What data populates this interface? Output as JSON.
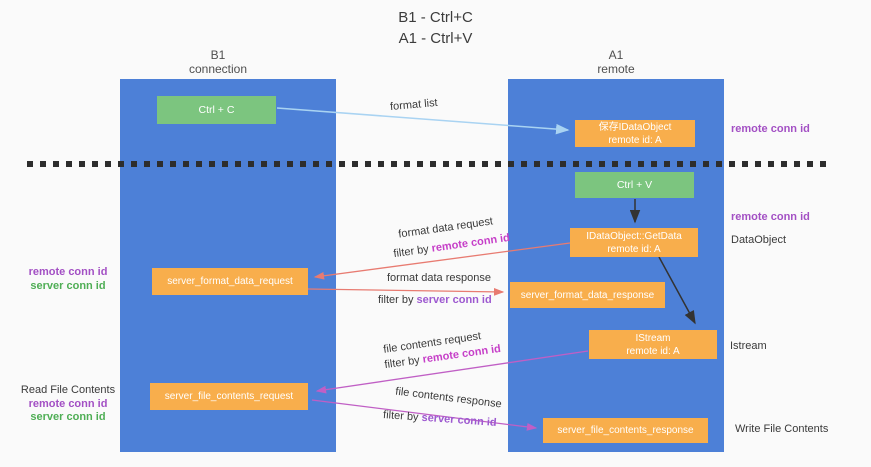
{
  "title": {
    "line1": "B1 - Ctrl+C",
    "line2": "A1 - Ctrl+V"
  },
  "columns": {
    "left": {
      "title": "B1",
      "subtitle": "connection"
    },
    "right": {
      "title": "A1",
      "subtitle": "remote"
    }
  },
  "nodes": {
    "ctrl_c": {
      "label": "Ctrl + C"
    },
    "save_idataobject": {
      "line1": "保存IDataObject",
      "line2": "remote id: A"
    },
    "ctrl_v": {
      "label": "Ctrl + V"
    },
    "getdata": {
      "line1": "IDataObject::GetData",
      "line2": "remote id: A"
    },
    "server_format_data_request": {
      "label": "server_format_data_request"
    },
    "server_format_data_response": {
      "label": "server_format_data_response"
    },
    "istream": {
      "line1": "IStream",
      "line2": "remote id: A"
    },
    "server_file_contents_request": {
      "label": "server_file_contents_request"
    },
    "server_file_contents_response": {
      "label": "server_file_contents_response"
    }
  },
  "left_annotations": {
    "remote_conn_id": "remote conn id",
    "server_conn_id": "server conn id",
    "read_file_contents": "Read File Contents",
    "remote_conn_id_2": "remote conn id",
    "server_conn_id_2": "server conn id"
  },
  "right_annotations": {
    "remote_conn_id_top": "remote conn id",
    "remote_conn_id_mid": "remote conn id",
    "dataobject": "DataObject",
    "istream": "Istream",
    "write_file_contents": "Write File Contents"
  },
  "arrow_labels": {
    "format_list": "format list",
    "format_data_request": "format data request",
    "filter_remote_1": {
      "prefix": "filter by ",
      "highlight": "remote conn id"
    },
    "format_data_response": "format data response",
    "filter_server_1": {
      "prefix": "filter by ",
      "highlight": "server conn id"
    },
    "file_contents_request": "file contents request",
    "filter_remote_2": {
      "prefix": "filter by ",
      "highlight": "remote conn id"
    },
    "file_contents_response": "file contents response",
    "filter_server_2": {
      "prefix": "filter by ",
      "highlight": "server conn id"
    }
  },
  "colors": {
    "column_blue": "#4d80d7",
    "node_orange": "#f8ae4c",
    "node_green": "#7cc57f",
    "annotation_purple": "#a350c4",
    "annotation_green": "#4fae55",
    "filter_magenta": "#c63fc8",
    "filter_violet": "#9d59d0",
    "arrow_salmon": "#e87b71",
    "arrow_magenta": "#c05fc5",
    "arrow_lightblue": "#a9d3f2",
    "arrow_black": "#333333",
    "dashed_divider": "#2d2d2d"
  }
}
